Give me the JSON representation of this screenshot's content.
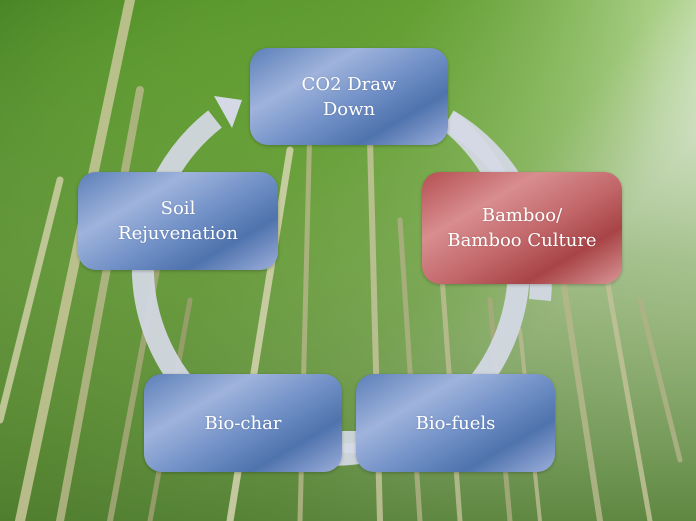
{
  "diagram": {
    "type": "cycle",
    "background": "photo of bamboo forest looking up toward the sky",
    "arrow_color": "#d5d9e6",
    "nodes": [
      {
        "id": "co2",
        "label": "CO2 Draw\nDown",
        "color": "#6a8ac2",
        "highlight": false
      },
      {
        "id": "bamboo",
        "label": "Bamboo/\nBamboo Culture",
        "color": "#c0605f",
        "highlight": true
      },
      {
        "id": "biofuels",
        "label": "Bio-fuels",
        "color": "#6a8ac2",
        "highlight": false
      },
      {
        "id": "biochar",
        "label": "Bio-char",
        "color": "#6a8ac2",
        "highlight": false
      },
      {
        "id": "soil",
        "label": "Soil\nRejuvenation",
        "color": "#6a8ac2",
        "highlight": false
      }
    ],
    "flow": [
      "co2",
      "bamboo",
      "biofuels",
      "biochar",
      "soil",
      "co2"
    ]
  }
}
